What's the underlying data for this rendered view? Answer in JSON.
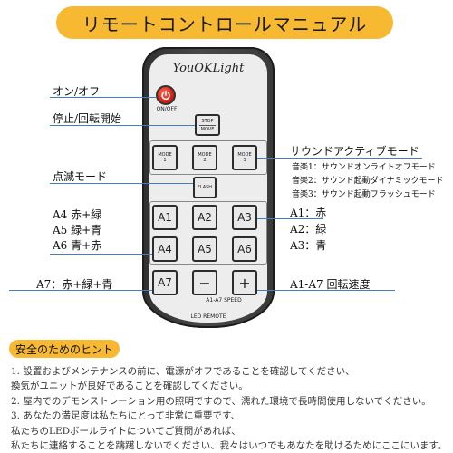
{
  "title": "リモートコントロールマニュアル",
  "remote": {
    "brand": "YouOKLight",
    "power_label": "ON/OFF",
    "stop_top": "STOP",
    "stop_bottom": "MOVE",
    "modes": [
      {
        "name": "MODE",
        "num": "1"
      },
      {
        "name": "MODE",
        "num": "2"
      },
      {
        "name": "MODE",
        "num": "3"
      }
    ],
    "flash": "FLASH",
    "color_buttons": [
      "A1",
      "A2",
      "A3",
      "A4",
      "A5",
      "A6",
      "A7"
    ],
    "minus": "−",
    "plus": "+",
    "speed_label": "A1-A7 SPEED",
    "footer": "LED REMOTE"
  },
  "annotations": {
    "onoff": "オン/オフ",
    "stop_start": "停止/回転開始",
    "flash_mode": "点滅モード",
    "sound_active": "サウンドアクティブモード",
    "music1": "音楽1：サウンドオンライトオフモード",
    "music2": "音楽2：サウンド起動ダイナミックモード",
    "music3": "音楽3：サウンド起動フラッシュモード",
    "a4": "A4 赤+緑",
    "a5": "A5 緑+青",
    "a6": "A6 青+赤",
    "a1": "A1：赤",
    "a2": "A2：緑",
    "a3": "A3：青",
    "a7": "A7：赤+緑+青",
    "speed": "A1-A7 回転速度"
  },
  "safety": {
    "title": "安全のためのヒント",
    "lines": [
      "1. 設置およびメンテナンスの前に、電源がオフであることを確認してください、",
      "換気がユニットが良好であることを確認してください。",
      "2. 屋内でのデモンストレーション用の照明ですので、濡れた環境で長時間使用しないでください。",
      "3. あなたの満足度は私たちにとって非常に重要です、",
      "私たちのLEDボールライトについてご質問があれば、",
      "私たちに連絡することを躊躇しないでください、我々はいつでもあなたを助けるためにここにいます。"
    ]
  },
  "colors": {
    "accent": "#f6b931",
    "line": "#3f7fc4",
    "power": "#d61f12"
  }
}
